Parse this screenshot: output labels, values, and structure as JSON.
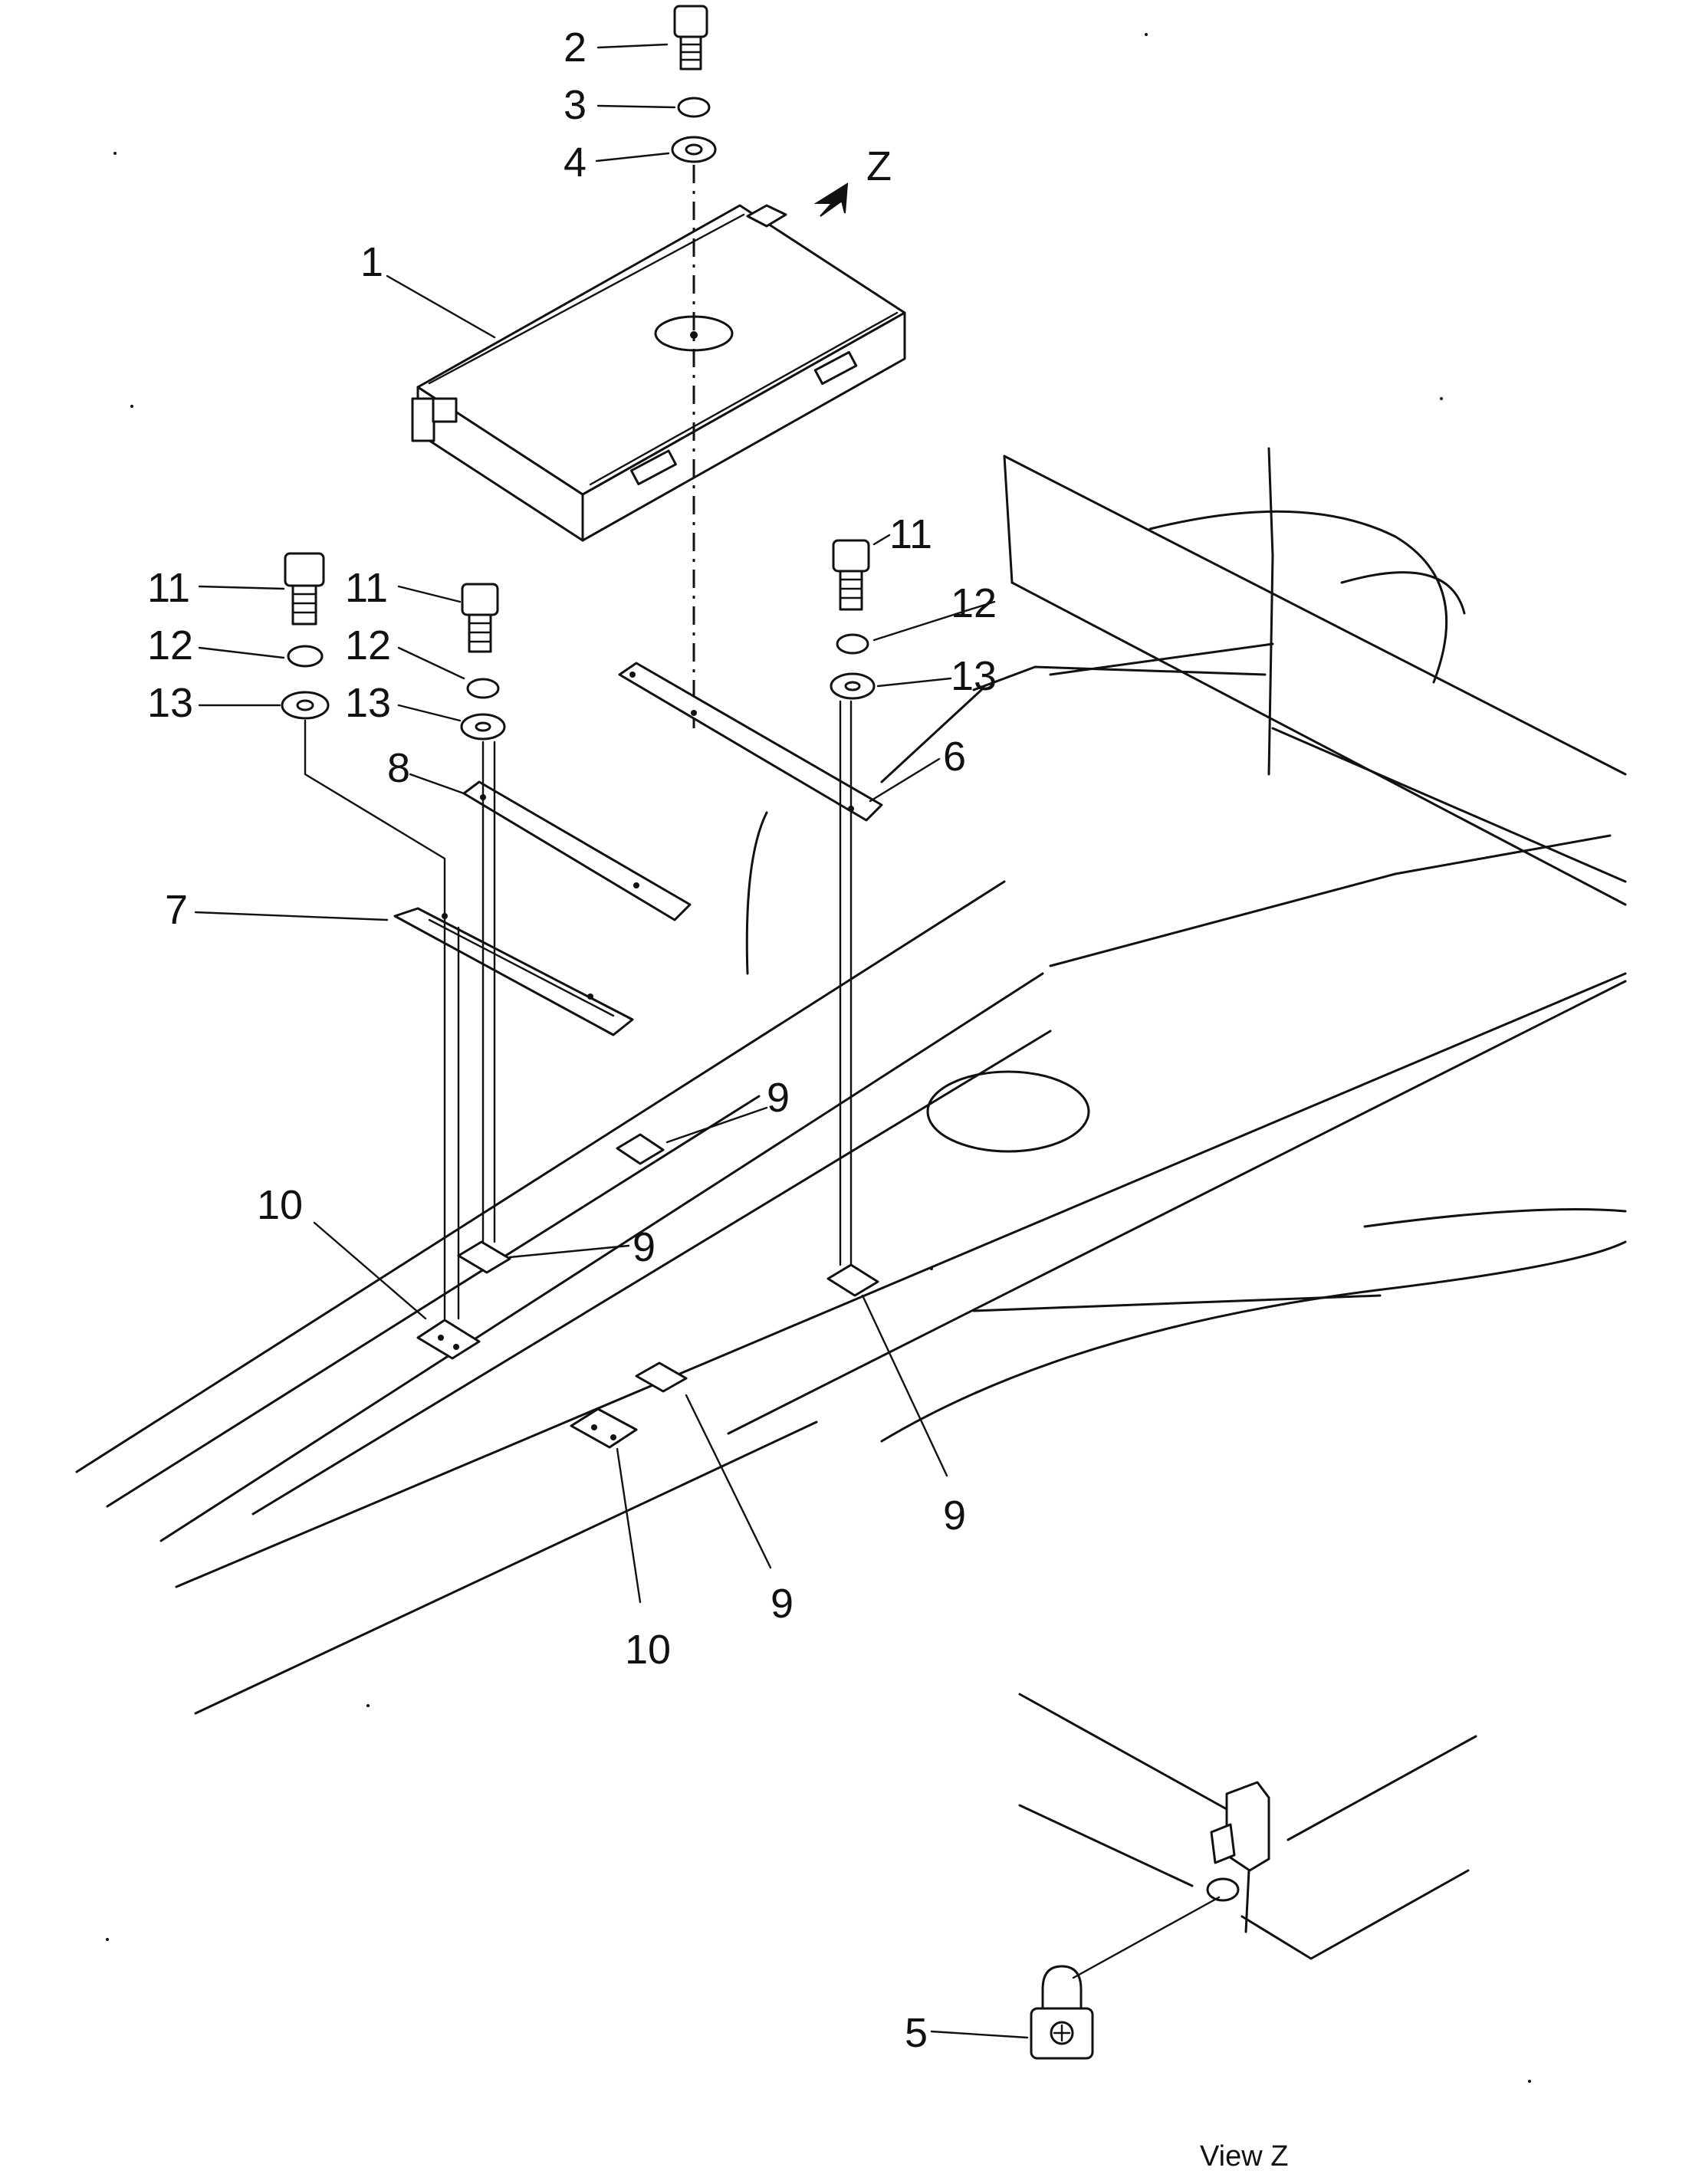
{
  "callouts": {
    "c1": "1",
    "c2": "2",
    "c3": "3",
    "c4": "4",
    "c5": "5",
    "c6": "6",
    "c7": "7",
    "c8": "8",
    "c9a": "9",
    "c9b": "9",
    "c9c": "9",
    "c9d": "9",
    "c10a": "10",
    "c10b": "10",
    "c11a": "11",
    "c11b": "11",
    "c11c": "11",
    "c12a": "12",
    "c12b": "12",
    "c12c": "12",
    "c13a": "13",
    "c13b": "13",
    "c13c": "13",
    "view_letter": "Z"
  },
  "caption": "View  Z",
  "colors": {
    "ink": "#111111",
    "paper": "#ffffff"
  }
}
